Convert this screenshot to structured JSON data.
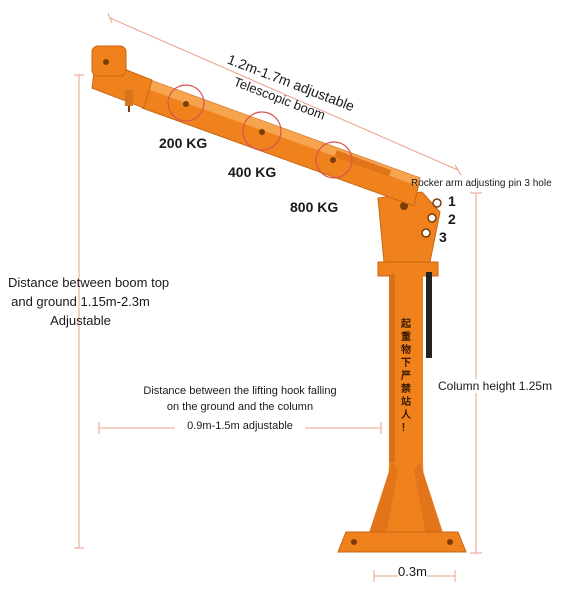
{
  "boom": {
    "range_label": "1.2m-1.7m adjustable",
    "name_label": "Telescopic boom"
  },
  "loads": [
    {
      "label": "200 KG"
    },
    {
      "label": "400 KG"
    },
    {
      "label": "800 KG"
    }
  ],
  "rocker": {
    "label": "Rocker arm adjusting pin 3 hole",
    "holes": [
      "1",
      "2",
      "3"
    ]
  },
  "height": {
    "line1": "Distance between boom top",
    "line2": "and ground 1.15m-2.3m",
    "line3": "Adjustable"
  },
  "reach": {
    "line1": "Distance between the lifting hook falling",
    "line2": "on the ground and the column",
    "line3": "0.9m-1.5m adjustable"
  },
  "column": {
    "height_label": "Column height 1.25m",
    "base_label": "0.3m",
    "warning_chars": [
      "起",
      "重",
      "物",
      "下",
      "严",
      "禁",
      "站",
      "人",
      "！"
    ]
  },
  "colors": {
    "crane_orange": "#f0821e",
    "crane_shadow": "#c96410",
    "dimension_line": "#e8a08a",
    "circle": "#d9534f"
  }
}
